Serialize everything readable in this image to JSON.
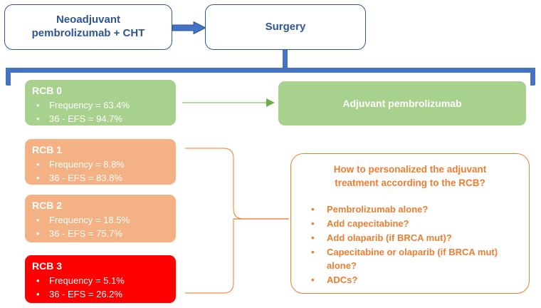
{
  "diagram": {
    "title": "Neoadjuvant pembrolizumab RCB-based adjuvant treatment algorithm",
    "colors": {
      "blue_connector": "#4472C4",
      "blue_text": "#2F5597",
      "green_fill": "#A9D18E",
      "orange_fill": "#F4B183",
      "orange_accent": "#ED7D31",
      "red_fill": "#FF0000",
      "white_text": "#FFFFFF"
    }
  },
  "top_flow": {
    "neoadjuvant": {
      "line1": "Neoadjuvant",
      "line2": "pembrolizumab + CHT"
    },
    "surgery": {
      "label": "Surgery"
    },
    "arrow": "right-arrow-icon"
  },
  "rcb_boxes": [
    {
      "title": "RCB 0",
      "bullets": [
        "Frequency = 63.4%",
        "36 - EFS = 94.7%"
      ],
      "fill": "#A9D18E"
    },
    {
      "title": "RCB 1",
      "bullets": [
        "Frequency = 8.8%",
        "36 - EFS = 83.8%"
      ],
      "fill": "#F4B183"
    },
    {
      "title": "RCB 2",
      "bullets": [
        "Frequency = 18.5%",
        "36 - EFS = 75.7%"
      ],
      "fill": "#F4B183"
    },
    {
      "title": "RCB 3",
      "bullets": [
        "Frequency = 5.1%",
        "36 - EFS = 26.2%"
      ],
      "fill": "#FF0000"
    }
  ],
  "adjuvant": {
    "label": "Adjuvant pembrolizumab"
  },
  "question_box": {
    "heading_line1": "How to personalized the adjuvant",
    "heading_line2": "treatment according to the RCB?",
    "options": [
      "Pembrolizumab alone?",
      "Add capecitabine?",
      "Add olaparib (if BRCA mut)?",
      "Capecitabine or olaparib (if BRCA mut) alone?",
      "ADCs?"
    ]
  },
  "bullet_glyph": "•"
}
